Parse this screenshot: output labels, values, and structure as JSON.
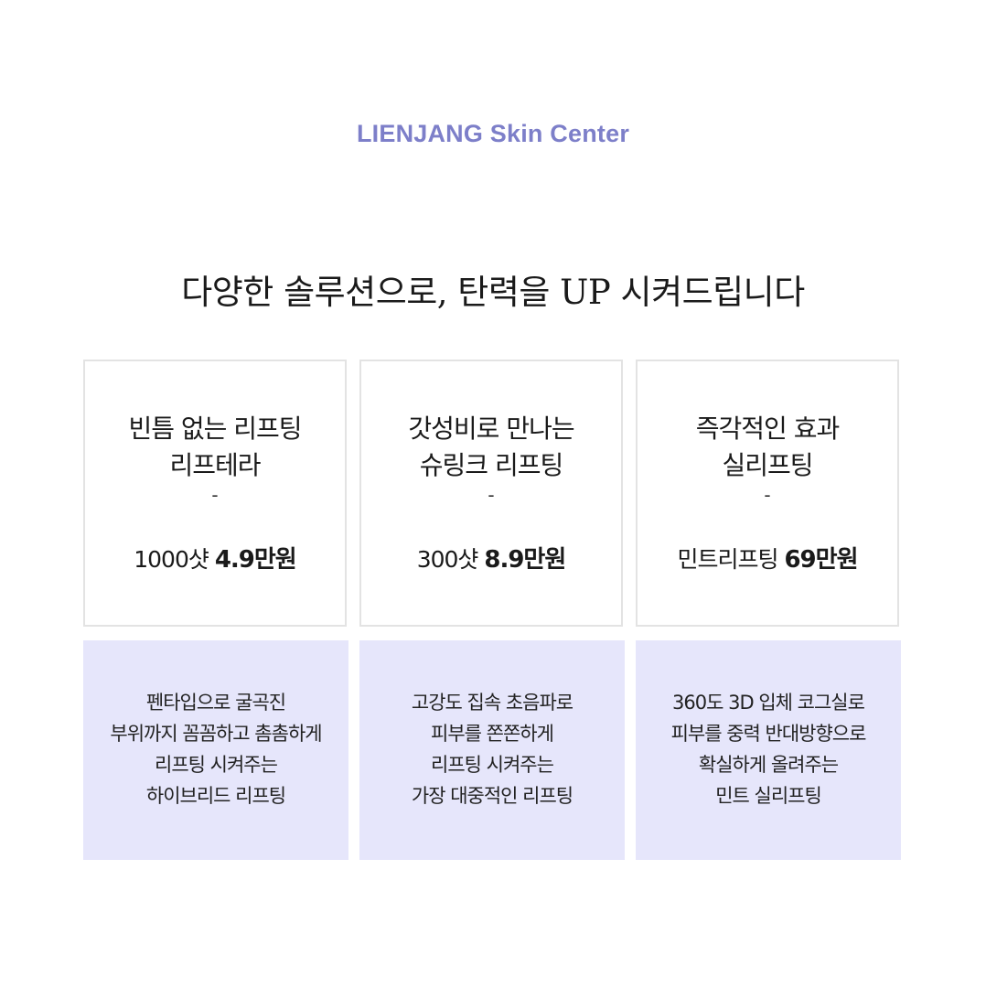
{
  "brand": "LIENJANG Skin Center",
  "headline": "다양한 솔루션으로, 탄력을 UP 시켜드립니다",
  "cards": [
    {
      "title_lines": [
        "빈틈 없는 리프팅",
        "리프테라"
      ],
      "dash": "-",
      "price_prefix": "1000샷",
      "price_amount": "4.9만원",
      "description_lines": [
        "펜타입으로 굴곡진",
        "부위까지 꼼꼼하고 촘촘하게",
        "리프팅 시켜주는",
        "하이브리드 리프팅"
      ]
    },
    {
      "title_lines": [
        "갓성비로 만나는",
        "슈링크 리프팅"
      ],
      "dash": "-",
      "price_prefix": "300샷",
      "price_amount": "8.9만원",
      "description_lines": [
        "고강도 집속 초음파로",
        "피부를 쫀쫀하게",
        "리프팅 시켜주는",
        "가장 대중적인 리프팅"
      ]
    },
    {
      "title_lines": [
        "즉각적인 효과",
        "실리프팅"
      ],
      "dash": "-",
      "price_prefix": "민트리프팅",
      "price_amount": "69만원",
      "description_lines": [
        "360도 3D 입체 코그실로",
        "피부를 중력 반대방향으로",
        "확실하게 올려주는",
        "민트 실리프팅"
      ]
    }
  ]
}
